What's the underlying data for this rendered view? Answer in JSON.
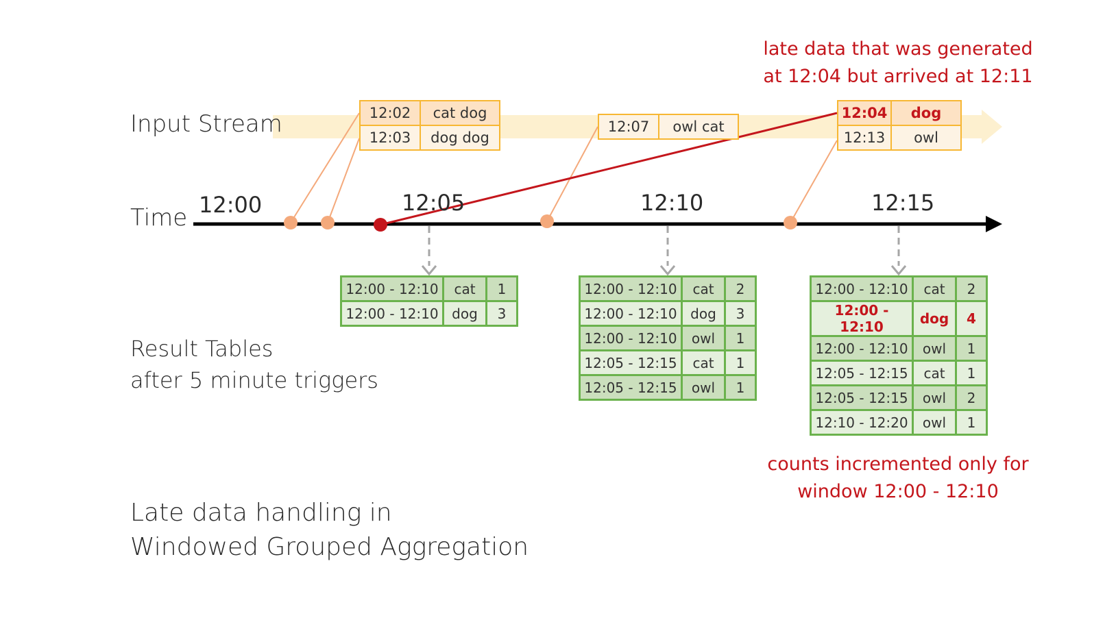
{
  "labels": {
    "input_stream": "Input Stream",
    "time": "Time",
    "result_line1": "Result Tables",
    "result_line2": "after 5 minute triggers",
    "title_line1": "Late data handling in",
    "title_line2": "Windowed Grouped Aggregation"
  },
  "notes": {
    "late_line1": "late data that was generated",
    "late_line2": "at 12:04 but arrived at 12:11",
    "counts_line1": "counts incremented only for",
    "counts_line2": "window 12:00 - 12:10"
  },
  "ticks": [
    "12:00",
    "12:05",
    "12:10",
    "12:15"
  ],
  "events": [
    {
      "rows": [
        {
          "time": "12:02",
          "words": "cat dog"
        },
        {
          "time": "12:03",
          "words": "dog dog"
        }
      ]
    },
    {
      "rows": [
        {
          "time": "12:07",
          "words": "owl cat"
        }
      ]
    },
    {
      "rows": [
        {
          "time": "12:04",
          "words": "dog",
          "late": true
        },
        {
          "time": "12:13",
          "words": "owl"
        }
      ]
    }
  ],
  "result_tables": [
    {
      "trigger": "12:05",
      "rows": [
        {
          "window": "12:00 - 12:10",
          "word": "cat",
          "count": "1"
        },
        {
          "window": "12:00 - 12:10",
          "word": "dog",
          "count": "3"
        }
      ]
    },
    {
      "trigger": "12:10",
      "rows": [
        {
          "window": "12:00 - 12:10",
          "word": "cat",
          "count": "2"
        },
        {
          "window": "12:00 - 12:10",
          "word": "dog",
          "count": "3"
        },
        {
          "window": "12:00 - 12:10",
          "word": "owl",
          "count": "1"
        },
        {
          "window": "12:05 - 12:15",
          "word": "cat",
          "count": "1"
        },
        {
          "window": "12:05 - 12:15",
          "word": "owl",
          "count": "1"
        }
      ]
    },
    {
      "trigger": "12:15",
      "rows": [
        {
          "window": "12:00 - 12:10",
          "word": "cat",
          "count": "2"
        },
        {
          "window": "12:00 - 12:10",
          "word": "dog",
          "count": "4",
          "highlight": true
        },
        {
          "window": "12:00 - 12:10",
          "word": "owl",
          "count": "1"
        },
        {
          "window": "12:05 - 12:15",
          "word": "cat",
          "count": "1"
        },
        {
          "window": "12:05 - 12:15",
          "word": "owl",
          "count": "2"
        },
        {
          "window": "12:10 - 12:20",
          "word": "owl",
          "count": "1"
        }
      ]
    }
  ],
  "colors": {
    "stream_band": "#fdf0cf",
    "event_border": "#f7b733",
    "event_dot": "#f4a97b",
    "late_dot": "#c4161c",
    "result_border": "#6bb24d",
    "arrow": "#a6a6a6"
  }
}
